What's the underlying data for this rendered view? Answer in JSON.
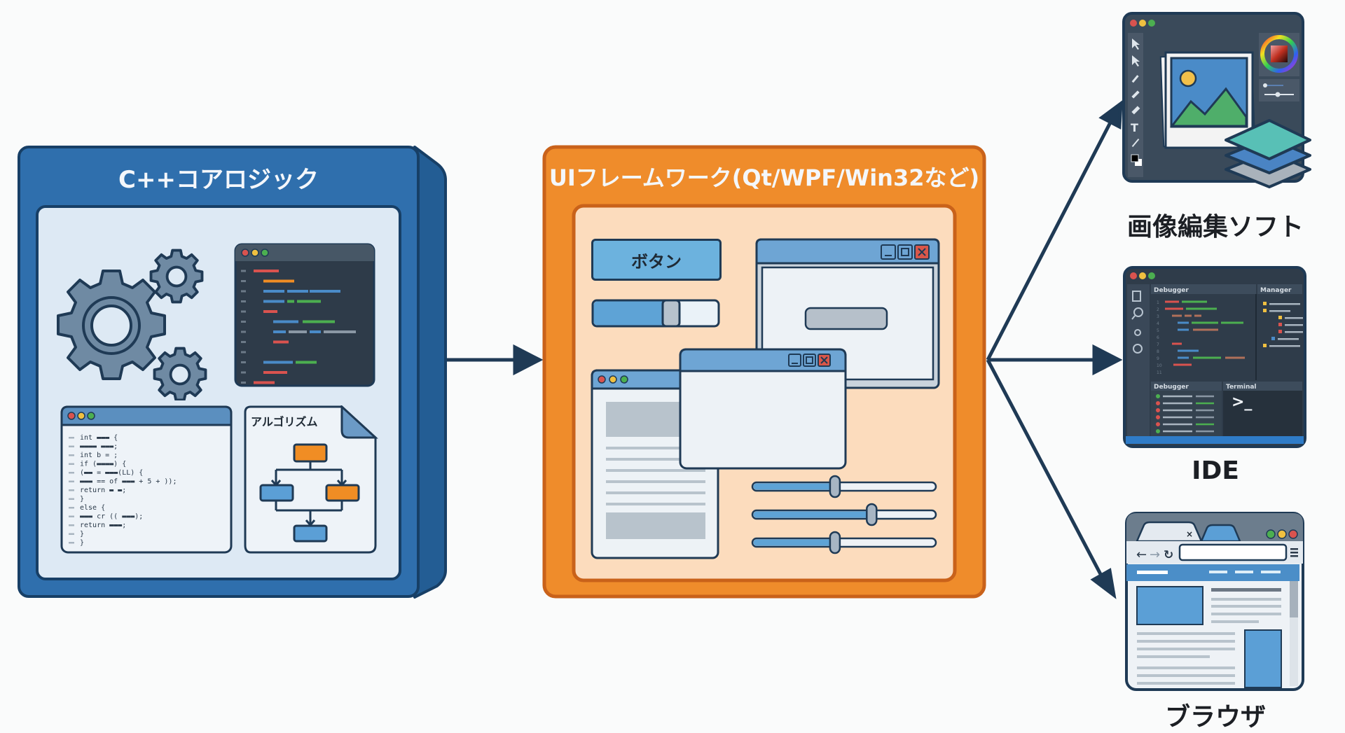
{
  "diagram": {
    "core": {
      "title": "C++コアロジック",
      "algorithm_label": "アルゴリズム",
      "code_lines": [
        "int ▬▬▬ {",
        "  ▬▬▬▬ ▬▬▬;",
        "  int b = ;",
        "  if (▬▬▬▬) {",
        "    (▬▬ = ▬▬▬(LL) {",
        "    ▬▬▬ == of ▬▬▬ + 5 + ));",
        "    return ▬ ▬;",
        "  }",
        "  else {",
        "    ▬▬▬ cr (( ▬▬▬);",
        "    return ▬▬▬;",
        "  }",
        "}"
      ]
    },
    "framework": {
      "title": "UIフレームワーク(Qt/WPF/Win32など)",
      "button_label": "ボタン",
      "toggle_value": 0.6,
      "sliders": [
        0.45,
        0.65,
        0.45
      ]
    },
    "targets": [
      {
        "label": "画像編集ソフト"
      },
      {
        "label": "IDE",
        "tabs": [
          "Debugger",
          "Manager"
        ],
        "panels": [
          "Debugger",
          "Terminal"
        ],
        "prompt": ">_"
      },
      {
        "label": "ブラウザ"
      }
    ],
    "colors": {
      "core_blue": "#2c6aa8",
      "framework_orange": "#ee8a2a",
      "arrow": "#1f3a55"
    }
  }
}
